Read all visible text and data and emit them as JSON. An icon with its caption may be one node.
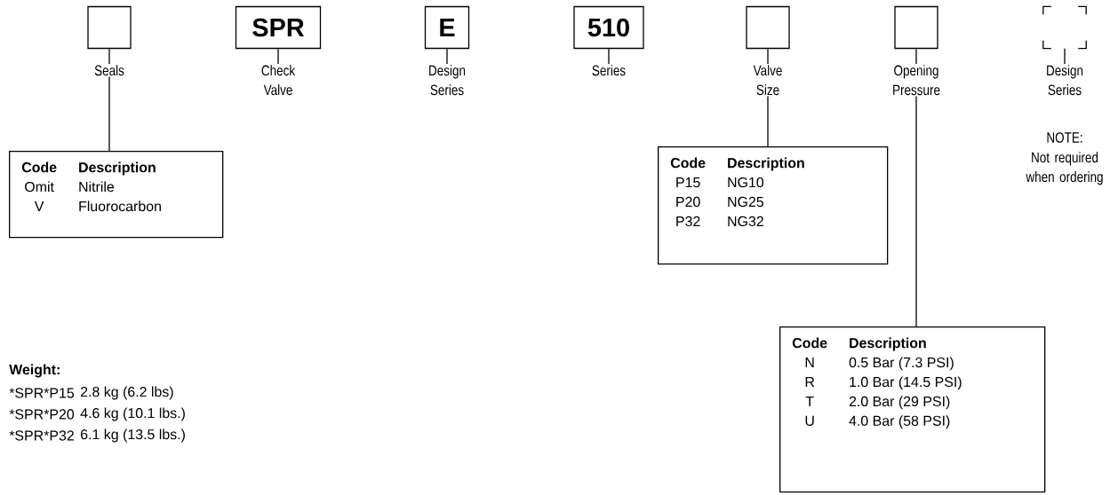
{
  "diagram": {
    "nodes": [
      {
        "text": [],
        "shape": "box"
      },
      {
        "text": [
          "SPR"
        ]
      },
      {
        "text": [
          "E"
        ]
      },
      {
        "text": [
          "510"
        ]
      },
      {
        "text": [],
        "shape": "box"
      },
      {
        "text": [],
        "shape": "box"
      },
      {
        "text": [],
        "shape": "box"
      },
      {
        "text": [
          "Seals"
        ]
      },
      {
        "text": [
          "Check Valve"
        ]
      },
      {
        "text": [
          "Design Series"
        ]
      },
      {
        "text": [
          "Series"
        ]
      },
      {
        "text": [
          "Valve Size"
        ]
      },
      {
        "text": [
          "Opening Pressure"
        ]
      },
      {
        "text": [
          "Design Series"
        ],
        "beside": [
          "NOTE:",
          "Not required when ordering"
        ]
      },
      {
        "text": [
          "Code",
          "Description",
          "Omit",
          "Nitrile",
          "V",
          "Fluorocarbon"
        ]
      },
      {
        "text": [
          "Code",
          "Description",
          "P15",
          "NG10",
          "P20",
          "NG25",
          "P32",
          "NG32"
        ]
      },
      {
        "text": [
          "Code",
          "Description",
          "N",
          "0.5 Bar (7.3 PSI)",
          "R",
          "1.0 Bar (14.5 PSI)",
          "T",
          "2.0 Bar (29 PSI)",
          "U",
          "4.0 Bar (58 PSI)"
        ]
      }
    ],
    "edges": [
      {
        "from": 0,
        "to": 7,
        "arrow": "none"
      },
      {
        "from": 1,
        "to": 8,
        "arrow": "none"
      },
      {
        "from": 2,
        "to": 9,
        "arrow": "none"
      },
      {
        "from": 3,
        "to": 10,
        "arrow": "none"
      },
      {
        "from": 4,
        "to": 11,
        "arrow": "none"
      },
      {
        "from": 5,
        "to": 12,
        "arrow": "none"
      },
      {
        "from": 6,
        "to": 13,
        "arrow": "none"
      },
      {
        "from": 7,
        "to": 14,
        "arrow": "none"
      },
      {
        "from": 11,
        "to": 15,
        "arrow": "none"
      },
      {
        "from": 12,
        "to": 16,
        "arrow": "none"
      }
    ],
    "labels": [
      "Weight:",
      "*SPR*P15",
      "2.8 kg (6.2 lbs)",
      "*SPR*P20",
      "4.6 kg (10.1 lbs.)",
      "*SPR*P32",
      "6.1 kg (13.5 lbs.)"
    ]
  }
}
